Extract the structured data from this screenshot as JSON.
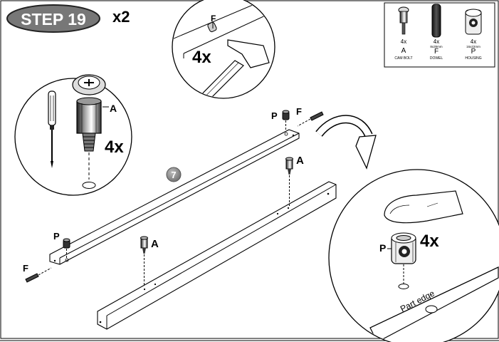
{
  "step": {
    "label": "STEP 19",
    "multiplier": "x2"
  },
  "parts_legend": [
    {
      "qty": "4x",
      "code": "A",
      "spec": "",
      "name": "CAM BOLT"
    },
    {
      "qty": "4x",
      "code": "F",
      "spec": "8x35mm",
      "name": "DOWEL"
    },
    {
      "qty": "4x",
      "code": "P",
      "spec": "16x22mm",
      "name": "HOUSING"
    }
  ],
  "inset_hammer": {
    "part_label": "F",
    "qty": "4x"
  },
  "inset_screwdriver": {
    "part_label": "A",
    "qty": "4x"
  },
  "inset_housing": {
    "part_label": "P",
    "qty": "4x",
    "edge_label": "Part edge"
  },
  "panel_number": "7",
  "callouts": {
    "p_top": "P",
    "f_top": "F",
    "a_right": "A",
    "p_left": "P",
    "f_left": "F",
    "a_left": "A"
  }
}
